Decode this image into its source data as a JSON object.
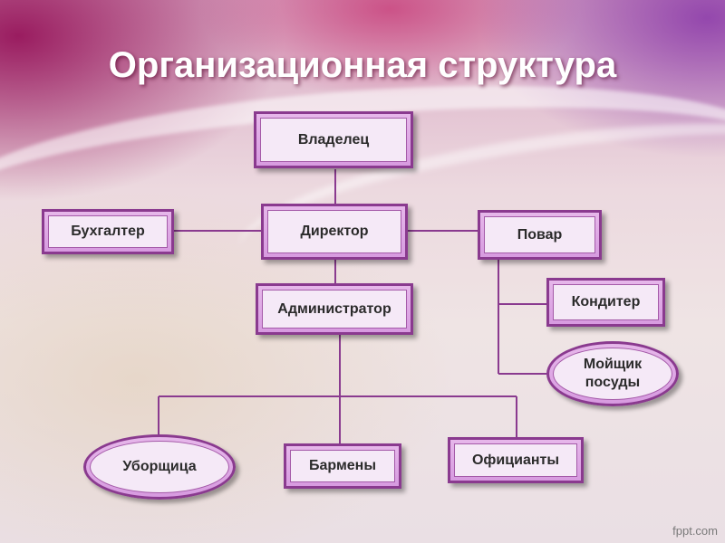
{
  "slide": {
    "title": "Организационная структура",
    "watermark": "fppt.com"
  },
  "nodes": {
    "owner": "Владелец",
    "director": "Директор",
    "accountant": "Бухгалтер",
    "cook": "Повар",
    "administrator": "Администратор",
    "confectioner": "Кондитер",
    "dishwasher": "Мойщик посуды",
    "cleaner": "Уборщица",
    "barmen": "Бармены",
    "waiters": "Официанты"
  },
  "colors": {
    "connector": "#8a3a8f",
    "box_border": "#8a3a8f",
    "box_fill": "#f5e9f7"
  }
}
